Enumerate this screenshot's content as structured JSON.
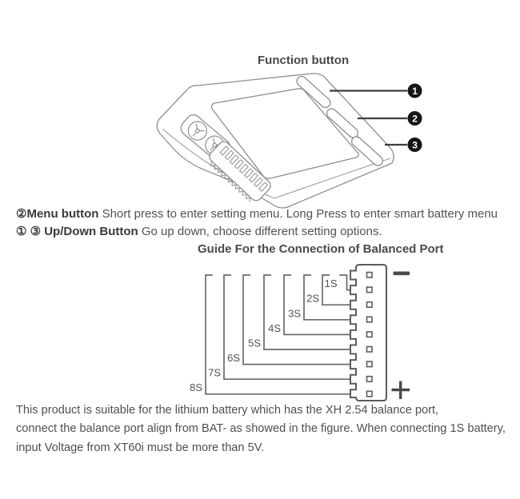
{
  "device_figure": {
    "title": "Function button",
    "callouts": [
      {
        "number": "1",
        "target": "up-button"
      },
      {
        "number": "2",
        "target": "menu-button"
      },
      {
        "number": "3",
        "target": "down-button"
      }
    ],
    "colors": {
      "line": "#8e8e8e",
      "callout_bg": "#161616",
      "callout_text": "#ffffff",
      "leader_line": "#3d3d3d"
    }
  },
  "notes": {
    "menu": {
      "lead": "②Menu button",
      "body": " Short press to enter setting menu. Long Press to enter smart battery menu"
    },
    "updown": {
      "lead": "① ③ Up/Down Button",
      "body": " Go up down, choose different setting options."
    }
  },
  "balance_diagram": {
    "title": "Guide For the Connection of Balanced Port",
    "wires": [
      {
        "label": "1S"
      },
      {
        "label": "2S"
      },
      {
        "label": "3S"
      },
      {
        "label": "4S"
      },
      {
        "label": "5S"
      },
      {
        "label": "6S"
      },
      {
        "label": "7S"
      },
      {
        "label": "8S"
      }
    ],
    "pin_count": 9,
    "polarity": {
      "negative": "−",
      "positive": "+"
    },
    "colors": {
      "wire": "#6b6b6b",
      "connector": "#5c5c5c",
      "label": "#525252",
      "symbol": "#4a4a4a"
    }
  },
  "footer": {
    "lines": [
      "This product is suitable for the lithium battery which has the XH 2.54 balance port,",
      "connect the balance port align from BAT- as showed in the figure. When connecting 1S battery,",
      "input Voltage from XT60i must be more than 5V."
    ]
  }
}
